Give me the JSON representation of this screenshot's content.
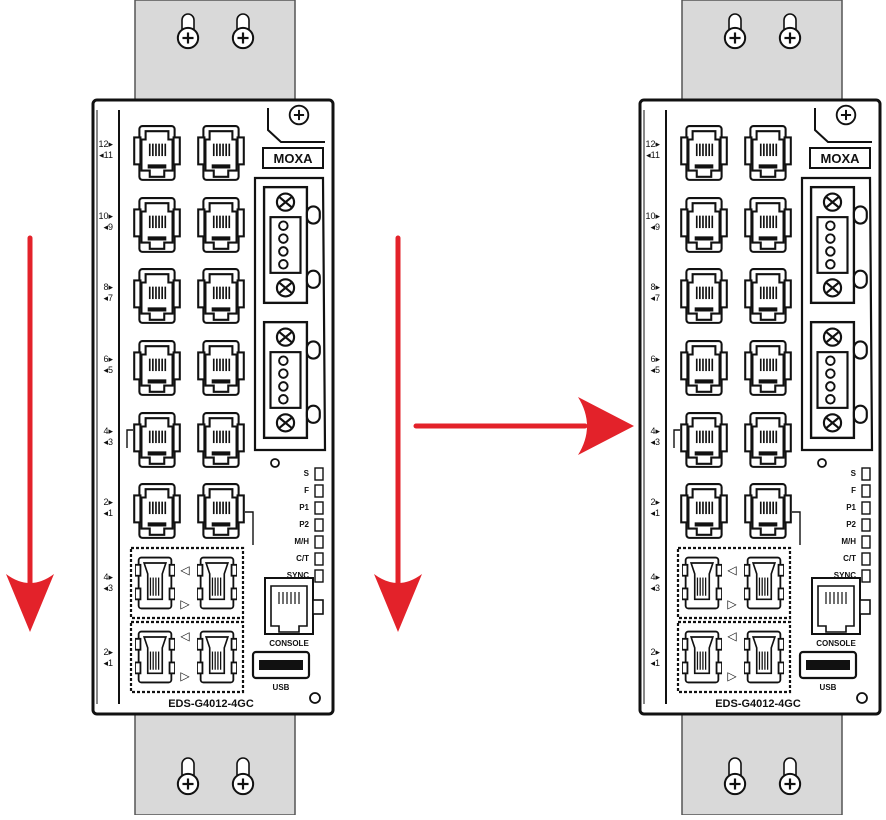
{
  "colors": {
    "arrow": "#e3222a",
    "bracket_fill": "#d9d9d9",
    "outline": "#111111",
    "body_fill": "#ffffff"
  },
  "devices": [
    {
      "role": "before",
      "brand": "MOXA",
      "model": "EDS-G4012-4GC",
      "rj45_port_labels": [
        {
          "top": "12",
          "bottom": "11"
        },
        {
          "top": "10",
          "bottom": "9"
        },
        {
          "top": "8",
          "bottom": "7"
        },
        {
          "top": "6",
          "bottom": "5"
        },
        {
          "top": "4",
          "bottom": "3"
        },
        {
          "top": "2",
          "bottom": "1"
        }
      ],
      "sfp_port_labels": [
        {
          "top": "4",
          "bottom": "3"
        },
        {
          "top": "2",
          "bottom": "1"
        }
      ],
      "led_labels": [
        "S",
        "F",
        "P1",
        "P2",
        "M/H",
        "C/T",
        "SYNC"
      ],
      "console_label": "CONSOLE",
      "usb_label": "USB"
    },
    {
      "role": "after",
      "brand": "MOXA",
      "model": "EDS-G4012-4GC",
      "rj45_port_labels": [
        {
          "top": "12",
          "bottom": "11"
        },
        {
          "top": "10",
          "bottom": "9"
        },
        {
          "top": "8",
          "bottom": "7"
        },
        {
          "top": "6",
          "bottom": "5"
        },
        {
          "top": "4",
          "bottom": "3"
        },
        {
          "top": "2",
          "bottom": "1"
        }
      ],
      "sfp_port_labels": [
        {
          "top": "4",
          "bottom": "3"
        },
        {
          "top": "2",
          "bottom": "1"
        }
      ],
      "led_labels": [
        "S",
        "F",
        "P1",
        "P2",
        "M/H",
        "C/T",
        "SYNC"
      ],
      "console_label": "CONSOLE",
      "usb_label": "USB"
    }
  ],
  "arrows": [
    {
      "name": "slide-down-arrow-left",
      "direction": "down"
    },
    {
      "name": "slide-down-arrow-middle",
      "direction": "down"
    },
    {
      "name": "transition-arrow",
      "direction": "right"
    }
  ]
}
